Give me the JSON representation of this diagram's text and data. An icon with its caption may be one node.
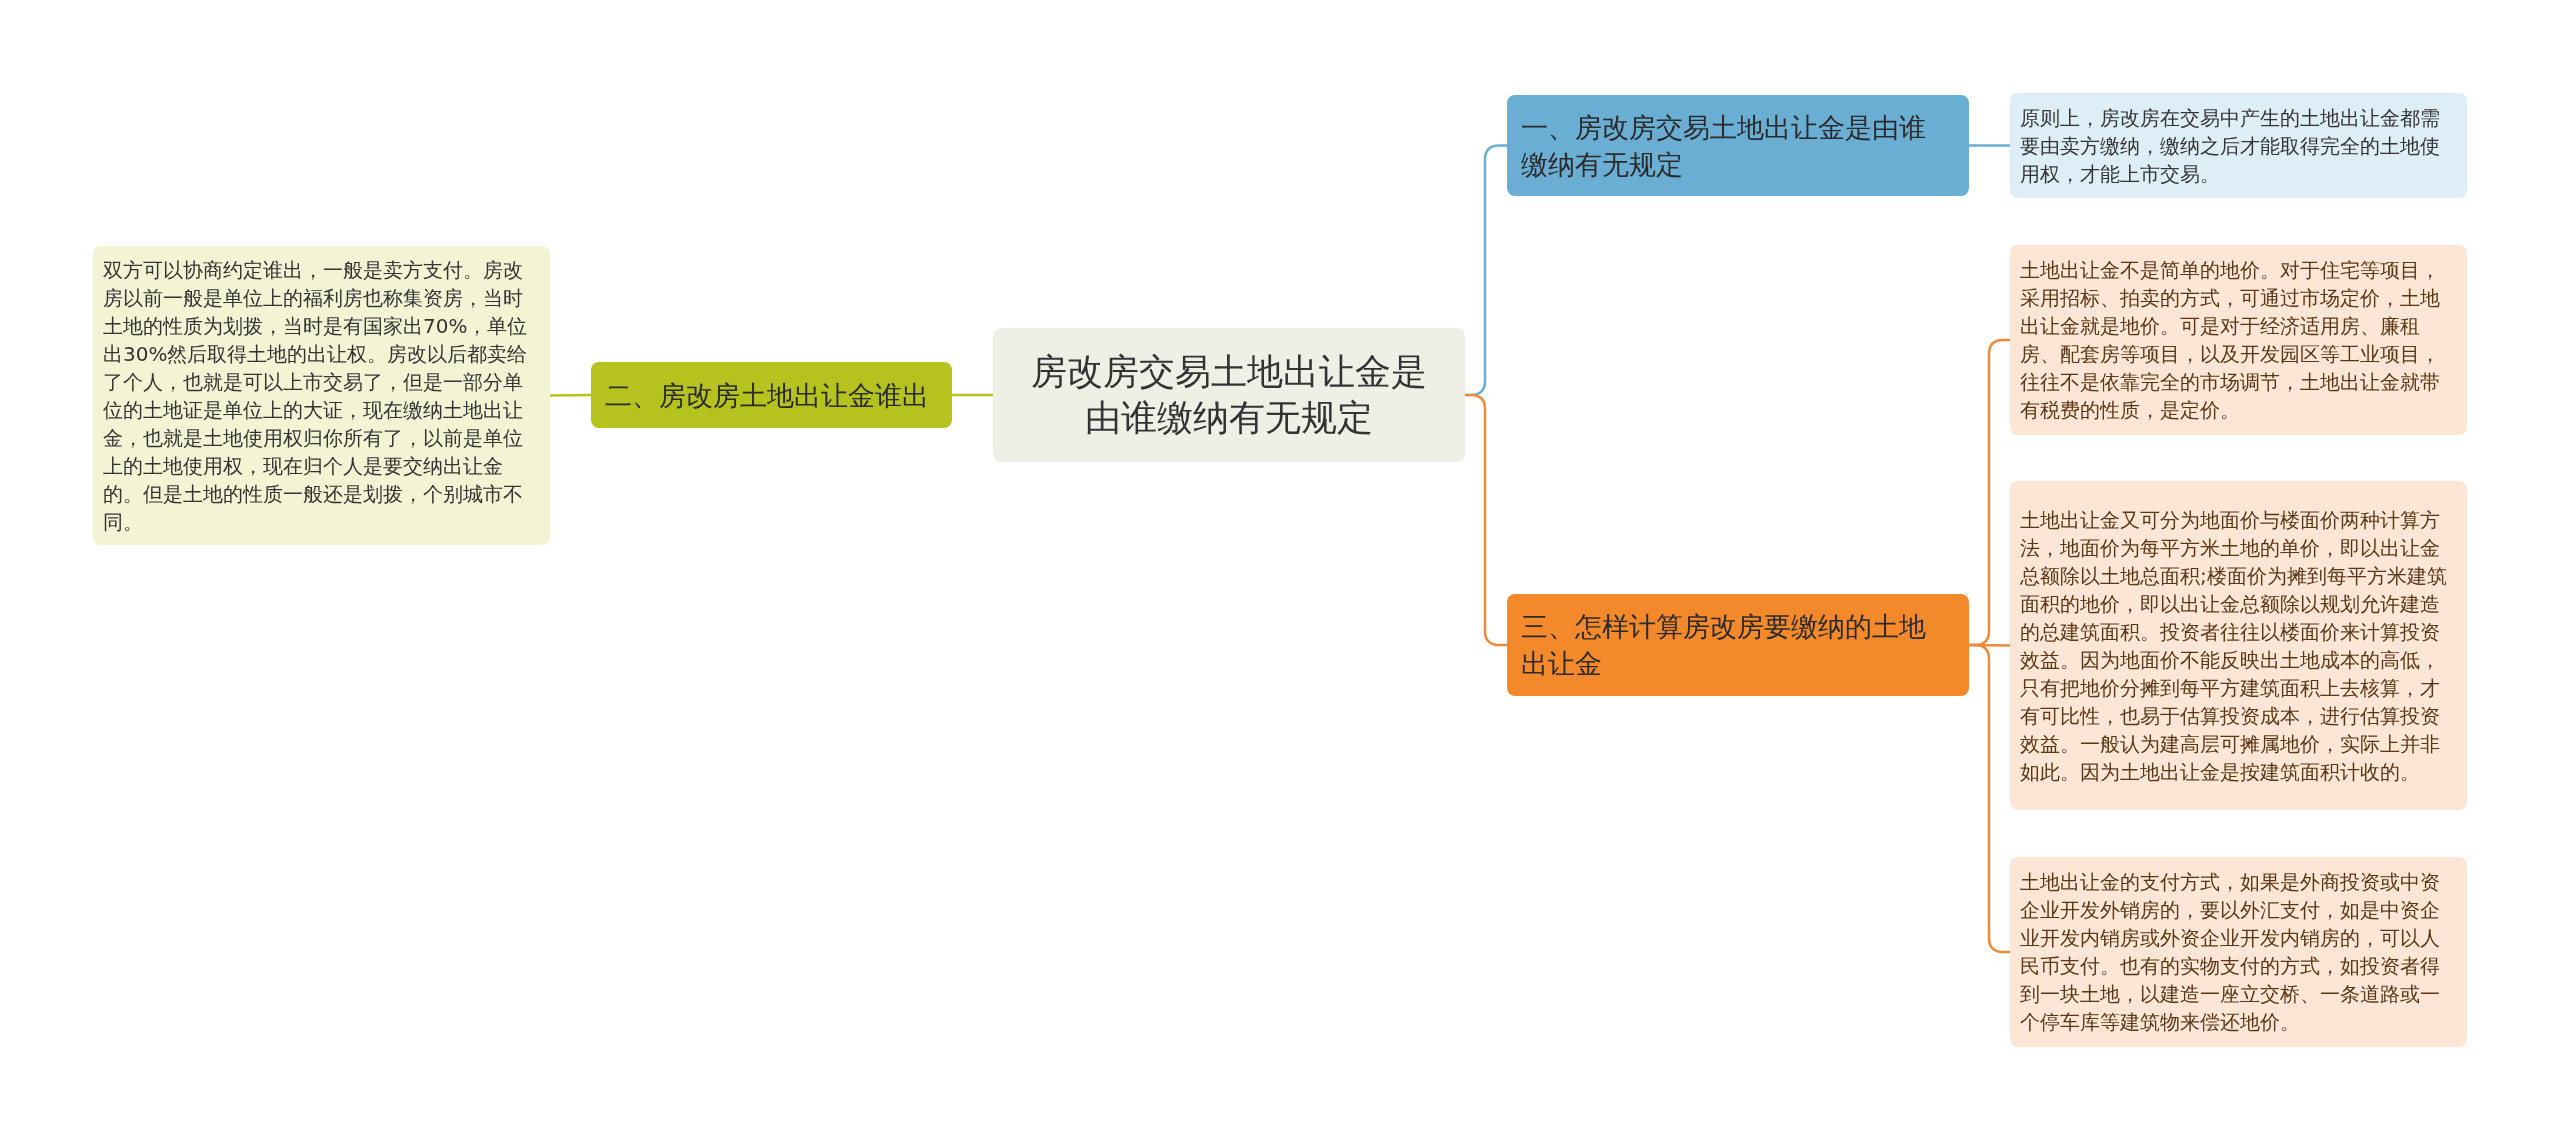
{
  "diagram": {
    "nodes": [
      {
        "text": [
          "房改房交易土地出让金是由谁缴纳有无规定"
        ]
      },
      {
        "text": [
          "一、房改房交易土地出让金是由谁缴纳有无规定"
        ]
      },
      {
        "text": [
          "原则上，房改房在交易中产生的土地出让金都需要由卖方缴纳，缴纳之后才能取得完全的土地使用权，才能上市交易。"
        ]
      },
      {
        "text": [
          "二、房改房土地出让金谁出"
        ]
      },
      {
        "text": [
          "双方可以协商约定谁出，一般是卖方支付。房改房以前一般是单位上的福利房也称集资房，当时土地的性质为划拨，当时是有国家出70%，单位出30%然后取得土地的出让权。房改以后都卖给了个人，也就是可以上市交易了，但是一部分单位的土地证是单位上的大证，现在缴纳土地出让金，也就是土地使用权归你所有了，以前是单位上的土地使用权，现在归个人是要交纳出让金的。但是土地的性质一般还是划拨，个别城市不同。"
        ]
      },
      {
        "text": [
          "三、怎样计算房改房要缴纳的土地出让金"
        ]
      },
      {
        "text": [
          "土地出让金不是简单的地价。对于住宅等项目，采用招标、拍卖的方式，可通过市场定价，土地出让金就是地价。可是对于经济适用房、廉租房、配套房等项目，以及开发园区等工业项目，往往不是依靠完全的市场调节，土地出让金就带有税费的性质，是定价。"
        ]
      },
      {
        "text": [
          "土地出让金又可分为地面价与楼面价两种计算方法，地面价为每平方米土地的单价，即以出让金总额除以土地总面积;楼面价为摊到每平方米建筑面积的地价，即以出让金总额除以规划允许建造的总建筑面积。投资者往往以楼面价来计算投资效益。因为地面价不能反映出土地成本的高低，只有把地价分摊到每平方建筑面积上去核算，才有可比性，也易于估算投资成本，进行估算投资效益。一般认为建高层可摊属地价，实际上并非如此。因为土地出让金是按建筑面积计收的。"
        ]
      },
      {
        "text": [
          "土地出让金的支付方式，如果是外商投资或中资企业开发外销房的，要以外汇支付，如是中资企业开发内销房或外资企业开发内销房的，可以人民币支付。也有的实物支付的方式，如投资者得到一块土地，以建造一座立交桥、一条道路或一个停车库等建筑物来偿还地价。"
        ]
      }
    ],
    "edges": [
      {
        "from": 0,
        "to": 1,
        "arrow": "none",
        "color": "#6aaed4"
      },
      {
        "from": 1,
        "to": 2,
        "arrow": "none",
        "color": "#6aaed4"
      },
      {
        "from": 0,
        "to": 3,
        "arrow": "none",
        "color": "#b6c31e"
      },
      {
        "from": 3,
        "to": 4,
        "arrow": "none",
        "color": "#b6c31e"
      },
      {
        "from": 0,
        "to": 5,
        "arrow": "none"
      },
      {
        "from": 5,
        "to": 6,
        "arrow": "none"
      },
      {
        "from": 5,
        "to": 7,
        "arrow": "none"
      },
      {
        "from": 5,
        "to": 8,
        "arrow": "none"
      }
    ]
  }
}
